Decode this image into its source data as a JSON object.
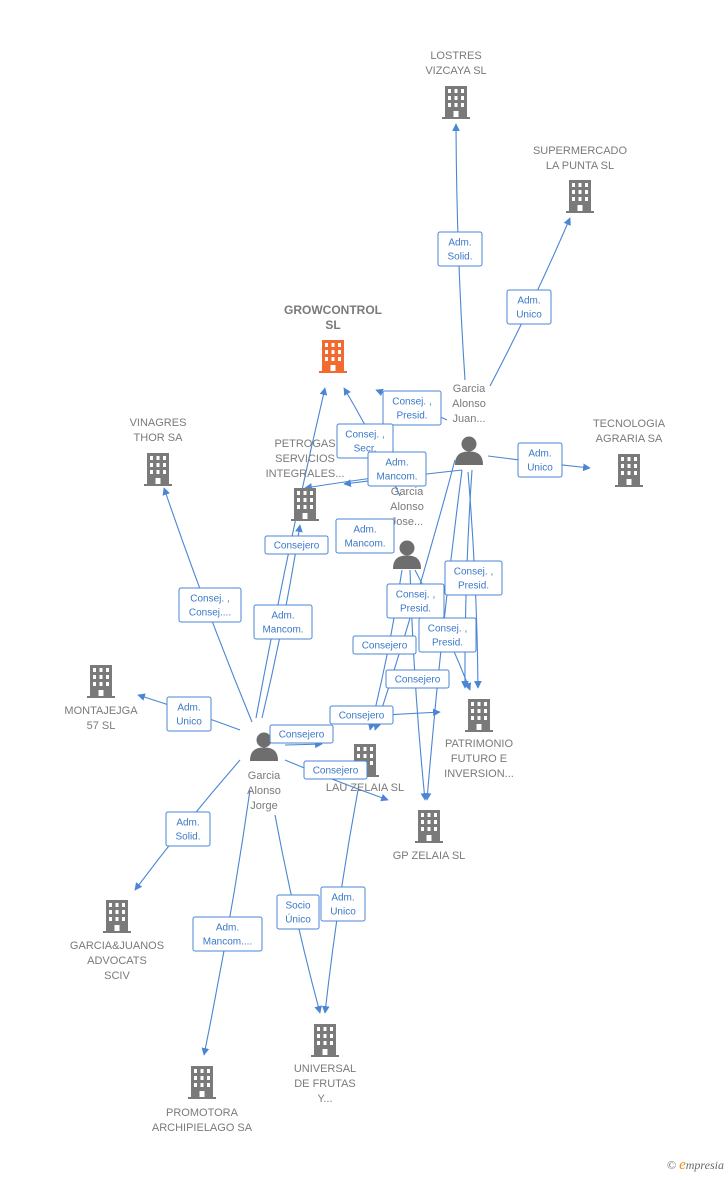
{
  "colors": {
    "edge": "#4a86d4",
    "company": "#7a7a7a",
    "main_company": "#f26a30",
    "person": "#6e6e6e",
    "label": "#7a7a7a",
    "role_text": "#3a78c8"
  },
  "companies": [
    {
      "id": "growcontrol",
      "lines": [
        "GROWCONTROL",
        "SL"
      ],
      "main": true
    },
    {
      "id": "lostres",
      "lines": [
        "LOSTRES",
        "VIZCAYA SL"
      ]
    },
    {
      "id": "supermercado",
      "lines": [
        "SUPERMERCADO",
        "LA PUNTA  SL"
      ]
    },
    {
      "id": "tecnologia",
      "lines": [
        "TECNOLOGIA",
        "AGRARIA SA"
      ]
    },
    {
      "id": "vinagres",
      "lines": [
        "VINAGRES",
        "THOR SA"
      ]
    },
    {
      "id": "petrogas",
      "lines": [
        "PETROGAS",
        "SERVICIOS",
        "INTEGRALES..."
      ]
    },
    {
      "id": "montajejga",
      "lines": [
        "MONTAJEJGA",
        "57  SL"
      ]
    },
    {
      "id": "patrimonio",
      "lines": [
        "PATRIMONIO",
        "FUTURO E",
        "INVERSION..."
      ]
    },
    {
      "id": "lauzelaia",
      "lines": [
        "LAU ZELAIA  SL"
      ]
    },
    {
      "id": "gpzelaia",
      "lines": [
        "GP ZELAIA  SL"
      ]
    },
    {
      "id": "garciajuanos",
      "lines": [
        "GARCIA&JUANOS",
        "ADVOCATS",
        "SCIV"
      ]
    },
    {
      "id": "universal",
      "lines": [
        "UNIVERSAL",
        "DE FRUTAS",
        "Y..."
      ]
    },
    {
      "id": "promotora",
      "lines": [
        "PROMOTORA",
        "ARCHIPIELAGO SA"
      ]
    }
  ],
  "persons": [
    {
      "id": "juan",
      "lines": [
        "Garcia",
        "Alonso",
        "Juan..."
      ]
    },
    {
      "id": "jose",
      "lines": [
        "Garcia",
        "Alonso",
        "Jose..."
      ]
    },
    {
      "id": "jorge",
      "lines": [
        "Garcia",
        "Alonso",
        "Jorge"
      ]
    }
  ],
  "roles": [
    {
      "id": "r1",
      "lines": [
        "Adm.",
        "Solid."
      ]
    },
    {
      "id": "r2",
      "lines": [
        "Adm.",
        "Unico"
      ]
    },
    {
      "id": "r3",
      "lines": [
        "Consej. ,",
        "Presid."
      ]
    },
    {
      "id": "r4",
      "lines": [
        "Consej. ,",
        "Secr."
      ]
    },
    {
      "id": "r5",
      "lines": [
        "Adm.",
        "Mancom."
      ]
    },
    {
      "id": "r6",
      "lines": [
        "Adm.",
        "Unico"
      ]
    },
    {
      "id": "r7",
      "lines": [
        "Adm.",
        "Mancom."
      ]
    },
    {
      "id": "r8",
      "lines": [
        "Consejero"
      ]
    },
    {
      "id": "r9",
      "lines": [
        "Consej. ,",
        "Consej...."
      ]
    },
    {
      "id": "r10",
      "lines": [
        "Adm.",
        "Mancom."
      ]
    },
    {
      "id": "r11",
      "lines": [
        "Consej. ,",
        "Presid."
      ]
    },
    {
      "id": "r12",
      "lines": [
        "Consej. ,",
        "Presid."
      ]
    },
    {
      "id": "r13",
      "lines": [
        "Consej. ,",
        "Presid."
      ]
    },
    {
      "id": "r14",
      "lines": [
        "Consejero"
      ]
    },
    {
      "id": "r15",
      "lines": [
        "Consejero"
      ]
    },
    {
      "id": "r16",
      "lines": [
        "Adm.",
        "Unico"
      ]
    },
    {
      "id": "r17",
      "lines": [
        "Consejero"
      ]
    },
    {
      "id": "r18",
      "lines": [
        "Consejero"
      ]
    },
    {
      "id": "r19",
      "lines": [
        "Consejero"
      ]
    },
    {
      "id": "r20",
      "lines": [
        "Adm.",
        "Solid."
      ]
    },
    {
      "id": "r21",
      "lines": [
        "Socio",
        "Único"
      ]
    },
    {
      "id": "r22",
      "lines": [
        "Adm.",
        "Unico"
      ]
    },
    {
      "id": "r23",
      "lines": [
        "Adm.",
        "Mancom...."
      ]
    }
  ],
  "brand": {
    "symbol": "©",
    "first_letter": "e",
    "rest": "mpresia"
  }
}
